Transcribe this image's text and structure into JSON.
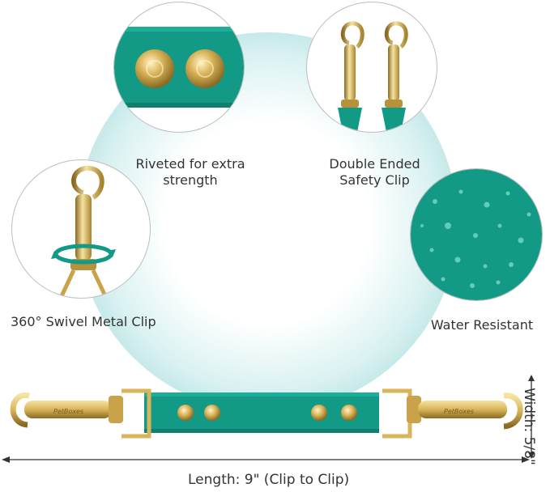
{
  "features": {
    "riveted": "Riveted for extra strength",
    "riveted_line1": "Riveted for extra",
    "riveted_line2": "strength",
    "double_line1": "Double Ended",
    "double_line2": "Safety Clip",
    "swivel": "360° Swivel Metal Clip",
    "water": "Water Resistant"
  },
  "dimensions": {
    "length": "Length: 9\" (Clip to Clip)",
    "width": "Width: 5/8\""
  },
  "brand_stamp": "PetBoxes",
  "colors": {
    "strap": "#139a86",
    "strap_dark": "#0f7f70",
    "gold": "#d9b45a",
    "gold_light": "#f6e3a1",
    "glow": "#a9dcdc"
  }
}
